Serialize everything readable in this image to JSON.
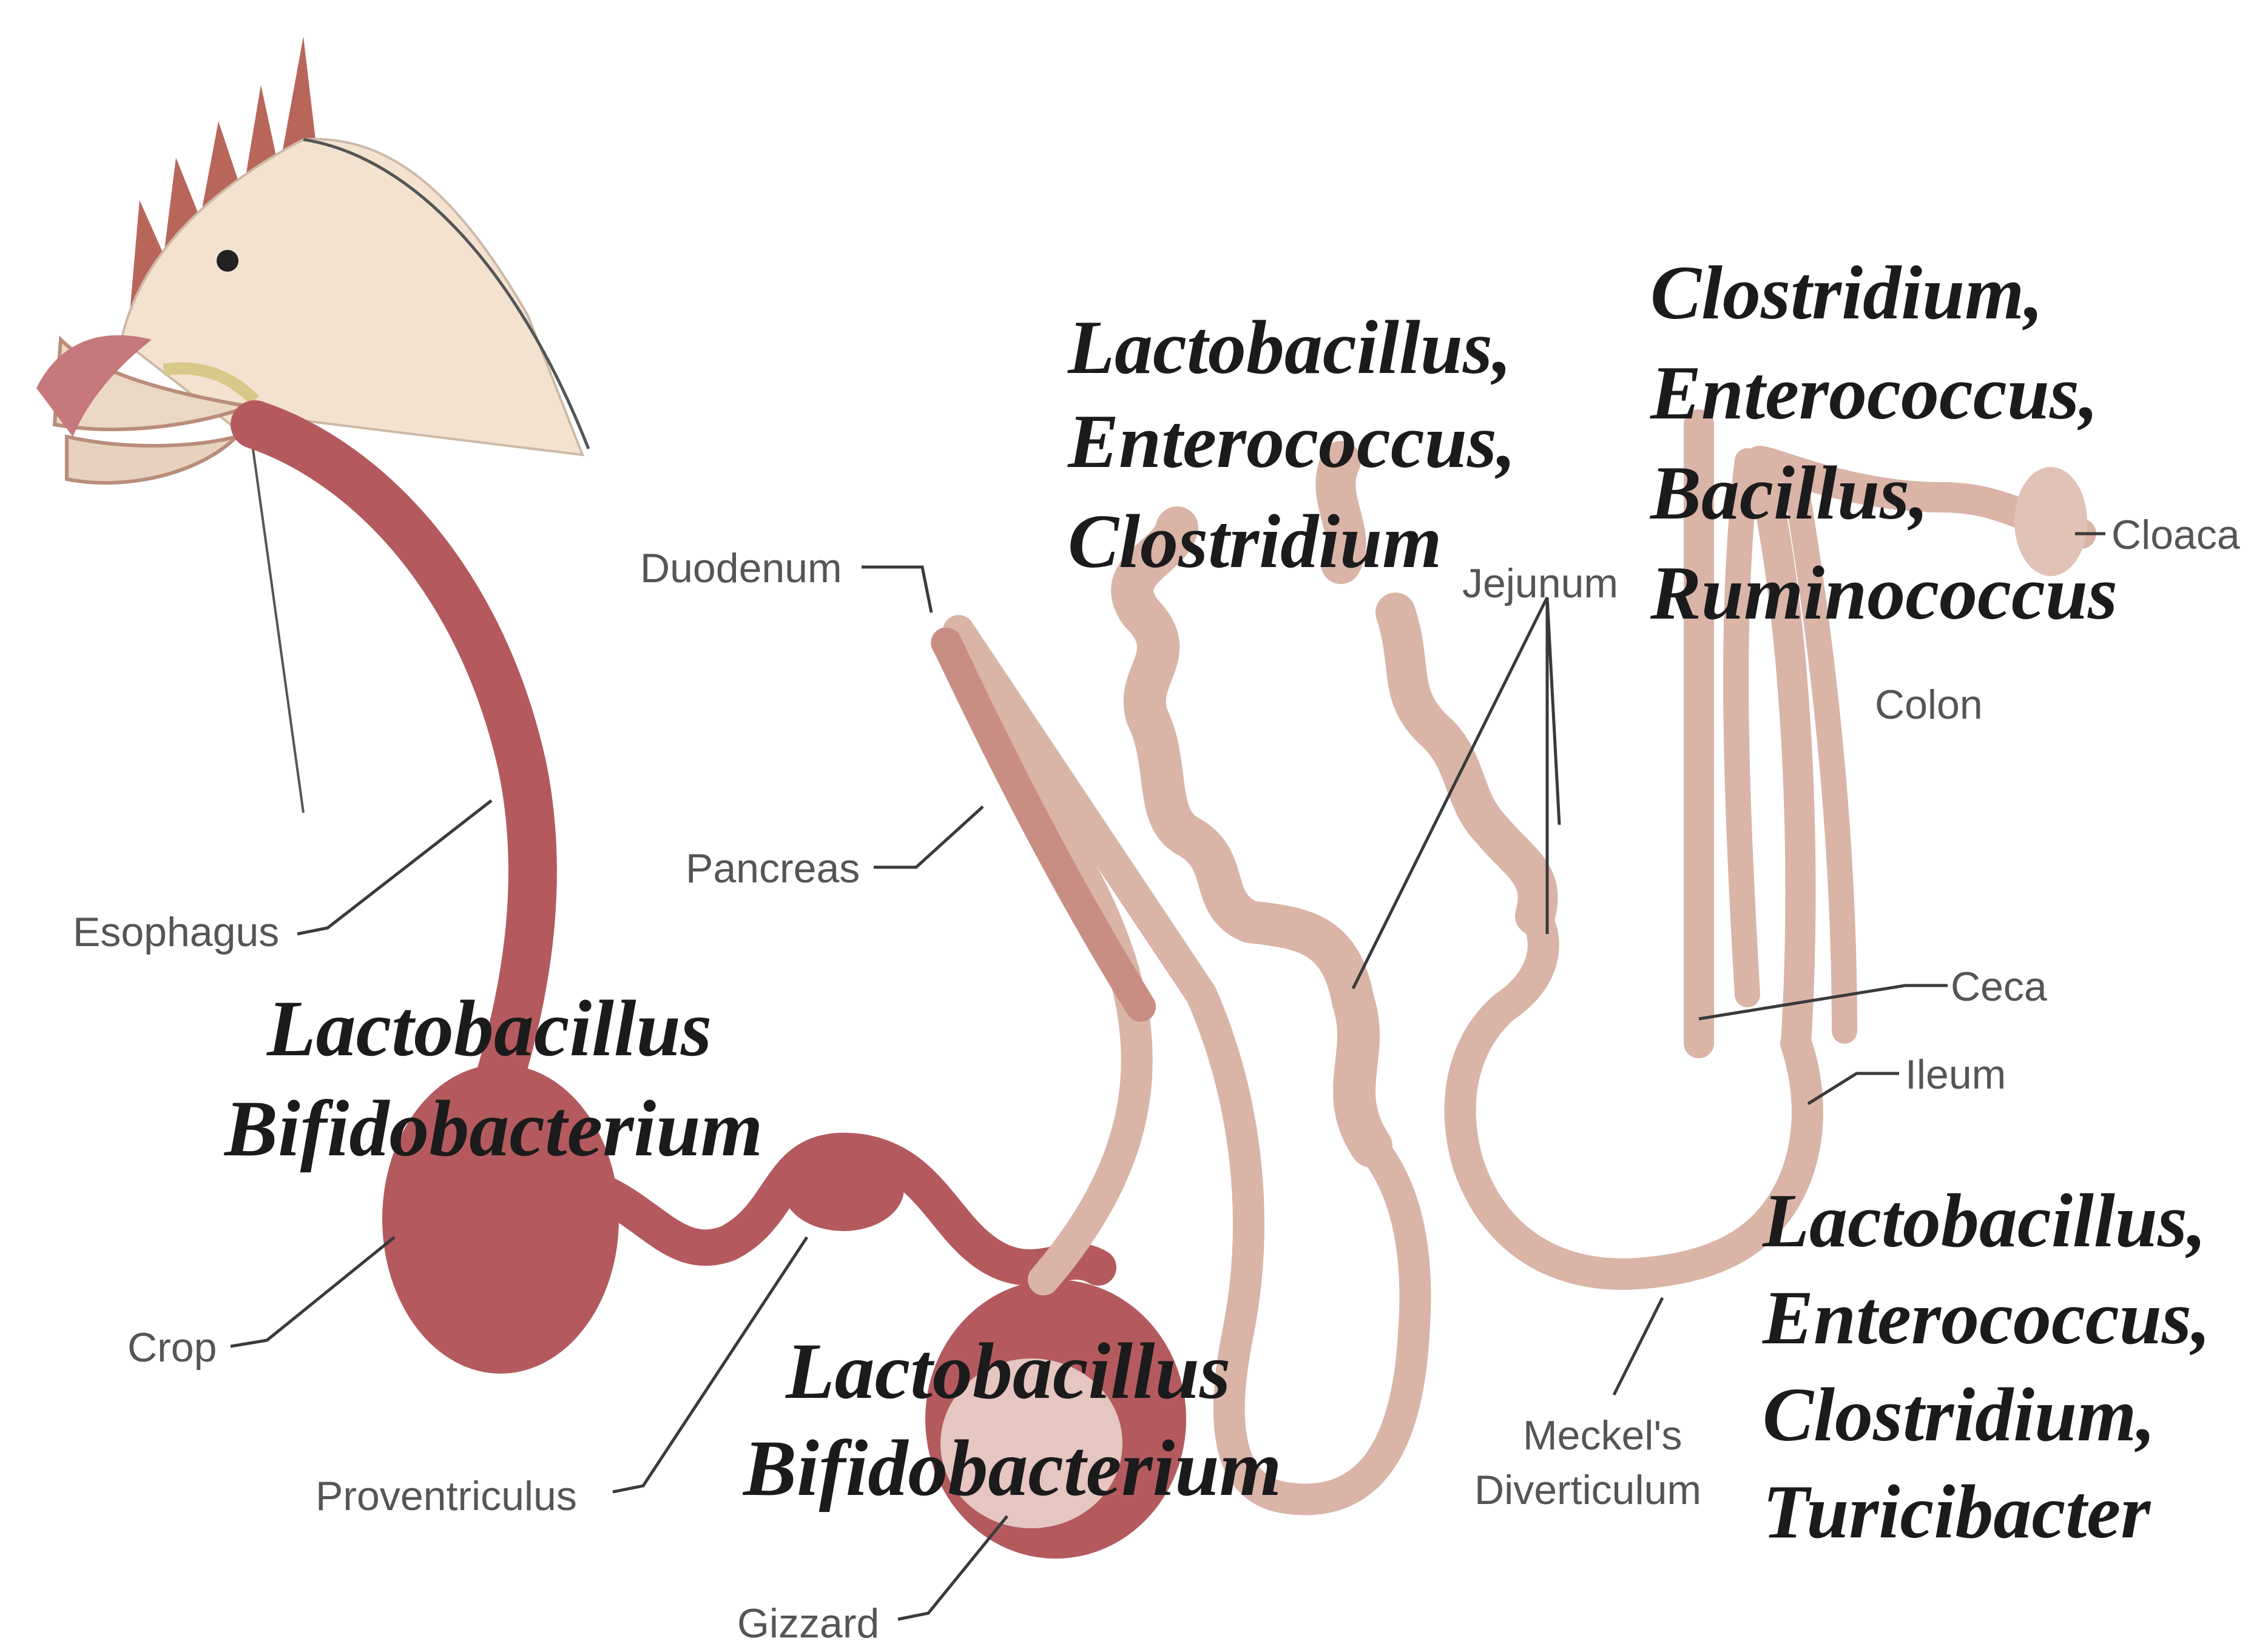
{
  "colors": {
    "upper_tract": "#b45a5e",
    "lower_tract": "#d9b4a7",
    "head": "#f4e2d0",
    "comb": "#b9665a",
    "beak": "#ead7c4",
    "leader_line": "#3a3a3a"
  },
  "organ_labels": {
    "esophagus": "Esophagus",
    "crop": "Crop",
    "proventriculus": "Proventriculus",
    "gizzard": "Gizzard",
    "duodenum": "Duodenum",
    "pancreas": "Pancreas",
    "jejunum": "Jejunum",
    "meckels_line1": "Meckel's",
    "meckels_line2": "Diverticulum",
    "ceca": "Ceca",
    "ileum": "Ileum",
    "colon": "Colon",
    "cloaca": "Cloaca"
  },
  "bacteria": {
    "crop": [
      "Lactobacillus",
      "Bifidobacterium"
    ],
    "gizzard": [
      "Lactobacillus",
      "Bifidobacterium"
    ],
    "small_intestine": [
      "Lactobacillus,",
      "Enterococcus,",
      "Clostridium"
    ],
    "ceca_colon": [
      "Clostridium,",
      "Enterococcus,",
      "Bacillus,",
      "Ruminococcus"
    ],
    "ileum": [
      "Lactobacillus,",
      "Enterococcus,",
      "Clostridium,",
      "Turicibacter"
    ]
  }
}
